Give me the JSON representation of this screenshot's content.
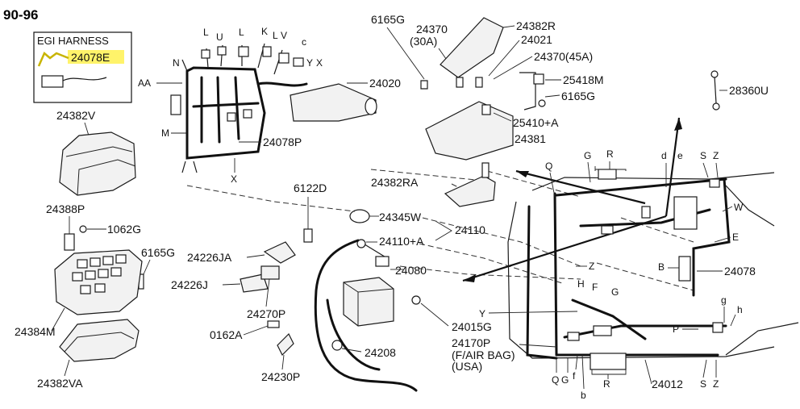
{
  "diagram_code": "90-96",
  "inset": {
    "title": "EGI HARNESS",
    "part_label": "24078E",
    "highlight_color": "#fff36a"
  },
  "labels": {
    "p24382V": "24382V",
    "p24388P": "24388P",
    "p1062G": "1062G",
    "p6165G_left": "6165G",
    "p24384M": "24384M",
    "p24382VA": "24382VA",
    "p24226JA": "24226JA",
    "p24226J": "24226J",
    "p24270P": "24270P",
    "p0162A": "0162A",
    "p24230P": "24230P",
    "p6122D": "6122D",
    "p24345W": "24345W",
    "p24110A": "24110+A",
    "p24110": "24110",
    "p24080": "24080",
    "p24015G": "24015G",
    "p24208": "24208",
    "p24170P_1": "24170P",
    "p24170P_2": "(F/AIR BAG)",
    "p24170P_3": "(USA)",
    "p24020": "24020",
    "p24078P": "24078P",
    "p24382RA": "24382RA",
    "p6165G_top": "6165G",
    "p24370_30A_1": "24370",
    "p24370_30A_2": "(30A)",
    "p24382R": "24382R",
    "p24021": "24021",
    "p24370_45A": "24370(45A)",
    "p25418M": "25418M",
    "p6165G_right": "6165G",
    "p25410A": "25410+A",
    "p24381": "24381",
    "p28360U": "28360U",
    "p24078": "24078",
    "p24012": "24012"
  },
  "letters": {
    "AA": "AA",
    "N": "N",
    "M": "M",
    "X": "X",
    "L1": "L",
    "U": "U",
    "L2": "L",
    "K": "K",
    "L3": "L",
    "V": "V",
    "C": "c",
    "Y": "Y",
    "X2": "X",
    "Q": "Q",
    "G1": "G",
    "R1": "R",
    "d1": "d",
    "e1": "e",
    "S1": "S",
    "Z1": "Z",
    "W": "W",
    "E": "E",
    "B": "B",
    "Z2": "Z",
    "H": "H",
    "F1": "F",
    "G2": "G",
    "Y2": "Y",
    "P": "P",
    "g": "g",
    "h": "h",
    "Q2": "Q",
    "G3": "G",
    "f": "f",
    "b": "b",
    "R2": "R",
    "S2": "S",
    "Z3": "Z"
  }
}
